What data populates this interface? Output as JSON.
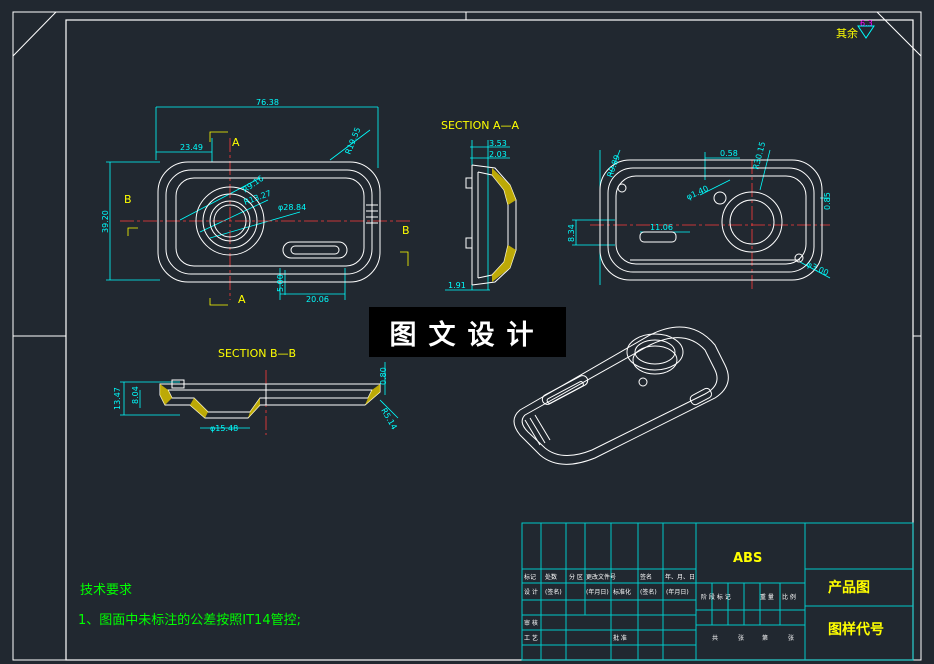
{
  "roughness_note": {
    "label": "其余",
    "value": "6.3"
  },
  "stamp_text": "图文设计",
  "sections": {
    "aa_title": "SECTION A—A",
    "bb_title": "SECTION B—B"
  },
  "section_markers": {
    "a": "A",
    "b": "B"
  },
  "dims_front": {
    "width": "76.38",
    "offset": "23.49",
    "height": "39.20",
    "r_corner": "R19.55",
    "r_a": "R9.16",
    "r_b": "R13.27",
    "d_lens": "φ28.84",
    "slot_h": "5.00",
    "slot_w": "20.06"
  },
  "dims_aa": {
    "d1": "3.53",
    "d2": "2.03",
    "d3": "1.91"
  },
  "dims_back": {
    "d1": "0.58",
    "r1": "R30.15",
    "r2": "R0.89",
    "d2": "φ1.40",
    "d3": "8.34",
    "d4": "11.06",
    "d5": "0.85",
    "d6": "φ3.00"
  },
  "dims_bb": {
    "h1": "13.47",
    "h2": "8.04",
    "d_hole": "φ15.48",
    "r": "R5.14",
    "t": "0.80"
  },
  "tech_req": {
    "title": "技术要求",
    "line1": "1、图面中未标注的公差按照IT14管控;"
  },
  "title_block": {
    "material": "ABS",
    "product": "产品图",
    "drawing_no": "图样代号",
    "row_marks": [
      "标记",
      "处数",
      "分 区",
      "更改文件号",
      "签名",
      "年、月、日"
    ],
    "row_design": [
      "设 计",
      "(签名)",
      "(年月日)",
      "标准化",
      "(签名)",
      "(年月日)"
    ],
    "row_stage": [
      "阶 段 标 记",
      "重 量",
      "比 例"
    ],
    "row_review": "审 核",
    "row_process": "工 艺",
    "row_approve": "批 准",
    "row_sheets": [
      "共",
      "张",
      "第",
      "张"
    ]
  },
  "colors": {
    "background": "#212830",
    "frame": "#ffffff",
    "title_block": "#00c8c8",
    "dimension": "#00ffff",
    "label": "#ffff00",
    "green_text": "#00ff00",
    "roughness": "#ff00ff",
    "hatch": "#ffff00",
    "geometry": "#ffffff"
  }
}
